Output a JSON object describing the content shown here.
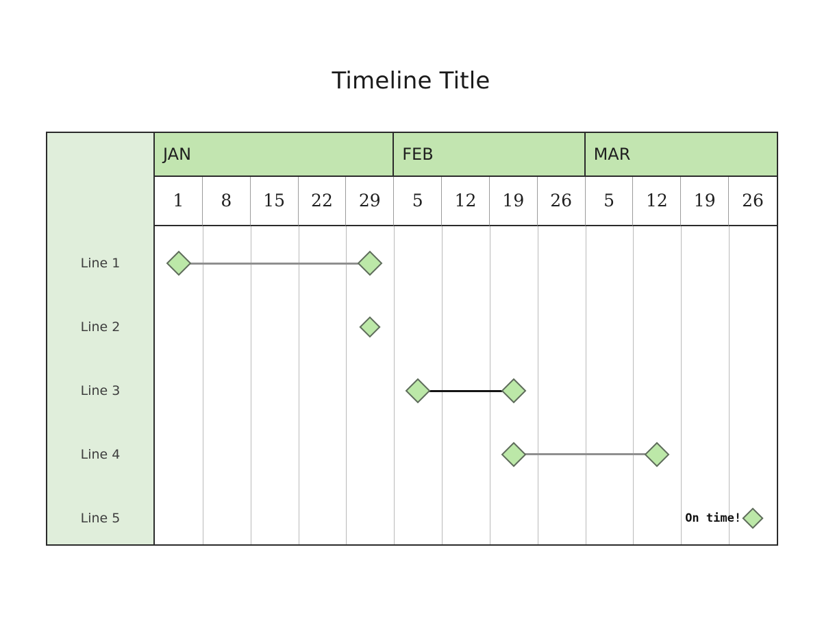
{
  "title": "Timeline Title",
  "colors": {
    "month_header_fill": "#c2e5b0",
    "label_column_fill": "#e0eedb",
    "marker_fill": "#bce8a8",
    "marker_stroke": "#5f6b5c",
    "frame_stroke": "#2a2a2a",
    "grid_line": "#b9b9b9",
    "connector_gray": "#8f8f8f",
    "connector_black": "#141414",
    "page_background": "#ffffff"
  },
  "months": [
    {
      "label": "JAN",
      "span": 5
    },
    {
      "label": "FEB",
      "span": 4
    },
    {
      "label": "MAR",
      "span": 4
    }
  ],
  "weeks": [
    "1",
    "8",
    "15",
    "22",
    "29",
    "5",
    "12",
    "19",
    "26",
    "5",
    "12",
    "19",
    "26"
  ],
  "rows": [
    {
      "label": "Line 1"
    },
    {
      "label": "Line 2"
    },
    {
      "label": "Line 3"
    },
    {
      "label": "Line 4"
    },
    {
      "label": "Line 5"
    }
  ],
  "chart_data": {
    "type": "table",
    "title": "Timeline Title",
    "xlabel": "",
    "ylabel": "",
    "axis_months": [
      "JAN",
      "FEB",
      "MAR"
    ],
    "axis_week_ticks": [
      "1",
      "8",
      "15",
      "22",
      "29",
      "5",
      "12",
      "19",
      "26",
      "5",
      "12",
      "19",
      "26"
    ],
    "categories": [
      "Line 1",
      "Line 2",
      "Line 3",
      "Line 4",
      "Line 5"
    ],
    "grid": true,
    "legend": "none",
    "tasks": [
      {
        "row": "Line 1",
        "start_tick": "JAN 1",
        "end_tick": "JAN 29",
        "start_index": 0,
        "end_index": 4,
        "connector": "gray",
        "markers": 2,
        "annotation": ""
      },
      {
        "row": "Line 2",
        "start_tick": "JAN 29",
        "end_tick": "JAN 29",
        "start_index": 4,
        "end_index": 4,
        "connector": "none",
        "markers": 1,
        "annotation": ""
      },
      {
        "row": "Line 3",
        "start_tick": "FEB 5",
        "end_tick": "FEB 19",
        "start_index": 5,
        "end_index": 7,
        "connector": "black",
        "markers": 2,
        "annotation": ""
      },
      {
        "row": "Line 4",
        "start_tick": "FEB 19",
        "end_tick": "MAR 12",
        "start_index": 7,
        "end_index": 10,
        "connector": "gray",
        "markers": 2,
        "annotation": ""
      },
      {
        "row": "Line 5",
        "start_tick": "MAR 26",
        "end_tick": "MAR 26",
        "start_index": 12,
        "end_index": 12,
        "connector": "none",
        "markers": 1,
        "annotation": "On time!"
      }
    ]
  },
  "annotations": [
    {
      "text": "On time!",
      "row": "Line 5"
    }
  ]
}
